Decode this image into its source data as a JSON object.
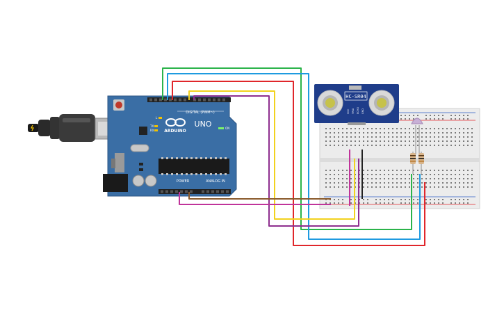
{
  "arduino": {
    "brand": "ARDUINO",
    "model": "UNO",
    "digital_label": "DIGITAL (PWM~)",
    "power_label": "POWER",
    "analog_label": "ANALOG IN",
    "tx_label": "TX",
    "rx_label": "RX",
    "on_label": "ON",
    "l_label": "L",
    "board_color": "#3a6ea5"
  },
  "sensor": {
    "name": "HC-SR04",
    "pins": [
      "VCC",
      "TRIG",
      "ECHO",
      "GND"
    ],
    "board_color": "#1f3d8a"
  },
  "wires": {
    "green": "#2bb34a",
    "blue": "#1e9be0",
    "red": "#e0262b",
    "yellow": "#f2d21e",
    "purple": "#8e2f8f",
    "magenta": "#c0349a",
    "brown": "#8a5a2b",
    "black": "#222222"
  }
}
